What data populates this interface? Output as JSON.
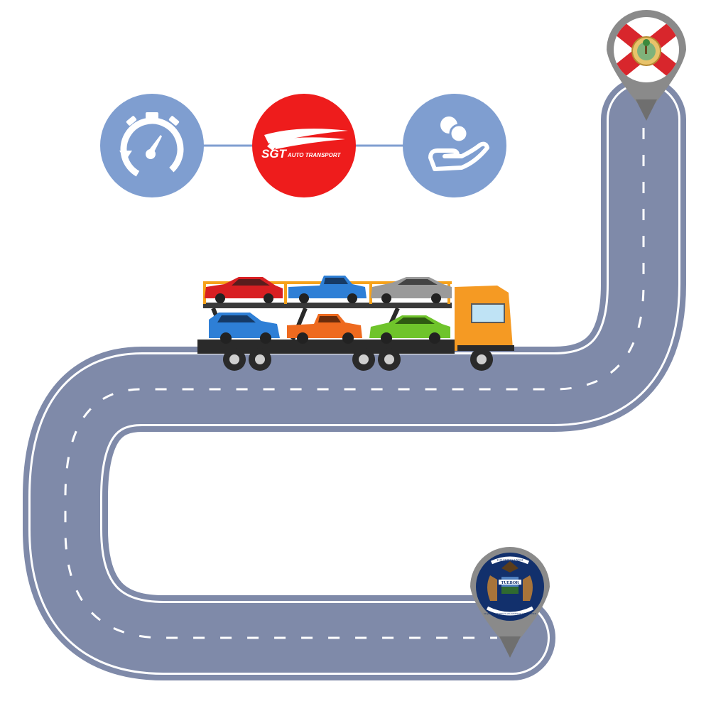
{
  "colors": {
    "road": "#7f8aa9",
    "road_edge": "#ffffff",
    "road_dash": "#ffffff",
    "icon_circle": "#7f9ed0",
    "brand_circle": "#ee1c1c",
    "connector": "#7f9ed0",
    "pin_gray": "#8a8a8a",
    "florida_red": "#d8262c",
    "michigan_blue": "#12306c",
    "truck_cab": "#f59a23",
    "trailer_rail": "#f6a21b"
  },
  "icons": {
    "left": "stopwatch-icon",
    "right": "hand-coins-icon"
  },
  "brand": {
    "mark": "SGT",
    "tagline": "AUTO TRANSPORT"
  },
  "pins": {
    "origin": {
      "emblem": "florida-flag-icon"
    },
    "destination": {
      "emblem": "michigan-seal-icon",
      "seal_motto": "TUEBOR",
      "seal_banner_top": "E PLURIBUS UNUM",
      "seal_banner_bottom": "SI QUAERIS PENINSULAM AMOENAM CIRCUMSPICE"
    }
  },
  "truck": {
    "upper_deck": [
      "red",
      "blue",
      "silver"
    ],
    "lower_deck": [
      "blue",
      "orange",
      "green"
    ]
  }
}
